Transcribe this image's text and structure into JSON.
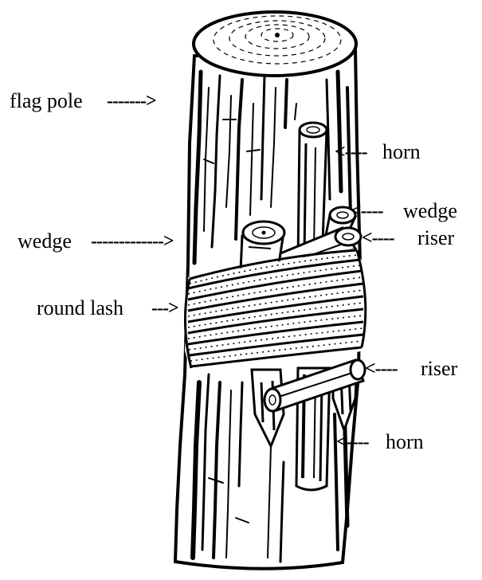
{
  "diagram": {
    "labels": {
      "flag_pole": "flag pole",
      "horn_top": "horn",
      "wedge_right": "wedge",
      "riser_top": "riser",
      "wedge_left": "wedge",
      "round_lash": "round lash",
      "riser_bottom": "riser",
      "horn_bottom": "horn"
    }
  }
}
